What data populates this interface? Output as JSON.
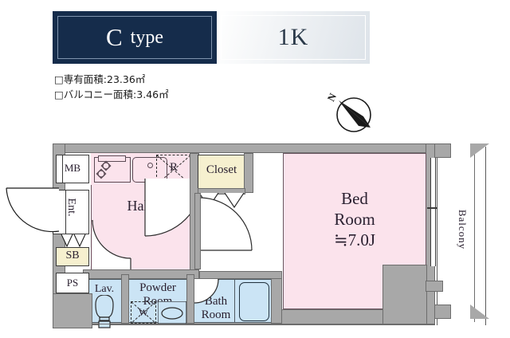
{
  "header": {
    "type_letter": "C",
    "type_word": "type",
    "plan_type": "1K",
    "colors": {
      "navy": "#152c4b",
      "light": "#e9edf1",
      "text_dark": "#2b3a4a"
    }
  },
  "areas": [
    {
      "icon": "square-bullet",
      "text": "□専有面積:23.36㎡"
    },
    {
      "icon": "square-bullet",
      "text": "□バルコニー面積:3.46㎡"
    }
  ],
  "compass": {
    "north_label": "N"
  },
  "floorplan": {
    "rooms": [
      {
        "name": "bed-room",
        "label": "Bed\nRoom\n≒7.0J",
        "line1": "Bed",
        "line2": "Room",
        "line3": "≒7.0J",
        "fill": "#fbe3ec"
      },
      {
        "name": "hall",
        "label": "Hall",
        "fill": "#fbe3ec"
      },
      {
        "name": "powder-room",
        "line1": "Powder",
        "line2": "Room",
        "fill": "#cbe4f5"
      },
      {
        "name": "bath-room",
        "line1": "Bath",
        "line2": "Room",
        "fill": "#cbe4f5"
      },
      {
        "name": "lavatory",
        "label": "Lav.",
        "fill": "#cbe4f5"
      },
      {
        "name": "balcony",
        "label": "Balcony",
        "fill": "#ffffff"
      }
    ],
    "fixtures": [
      {
        "name": "closet",
        "label": "Closet",
        "fill": "#f6f0cf"
      },
      {
        "name": "refrigerator",
        "label": "R"
      },
      {
        "name": "washer",
        "label": "W"
      },
      {
        "name": "meter-box",
        "label": "MB"
      },
      {
        "name": "entrance",
        "label": "Ent."
      },
      {
        "name": "shoe-box",
        "label": "SB"
      },
      {
        "name": "pipe-shaft",
        "label": "PS"
      }
    ]
  }
}
